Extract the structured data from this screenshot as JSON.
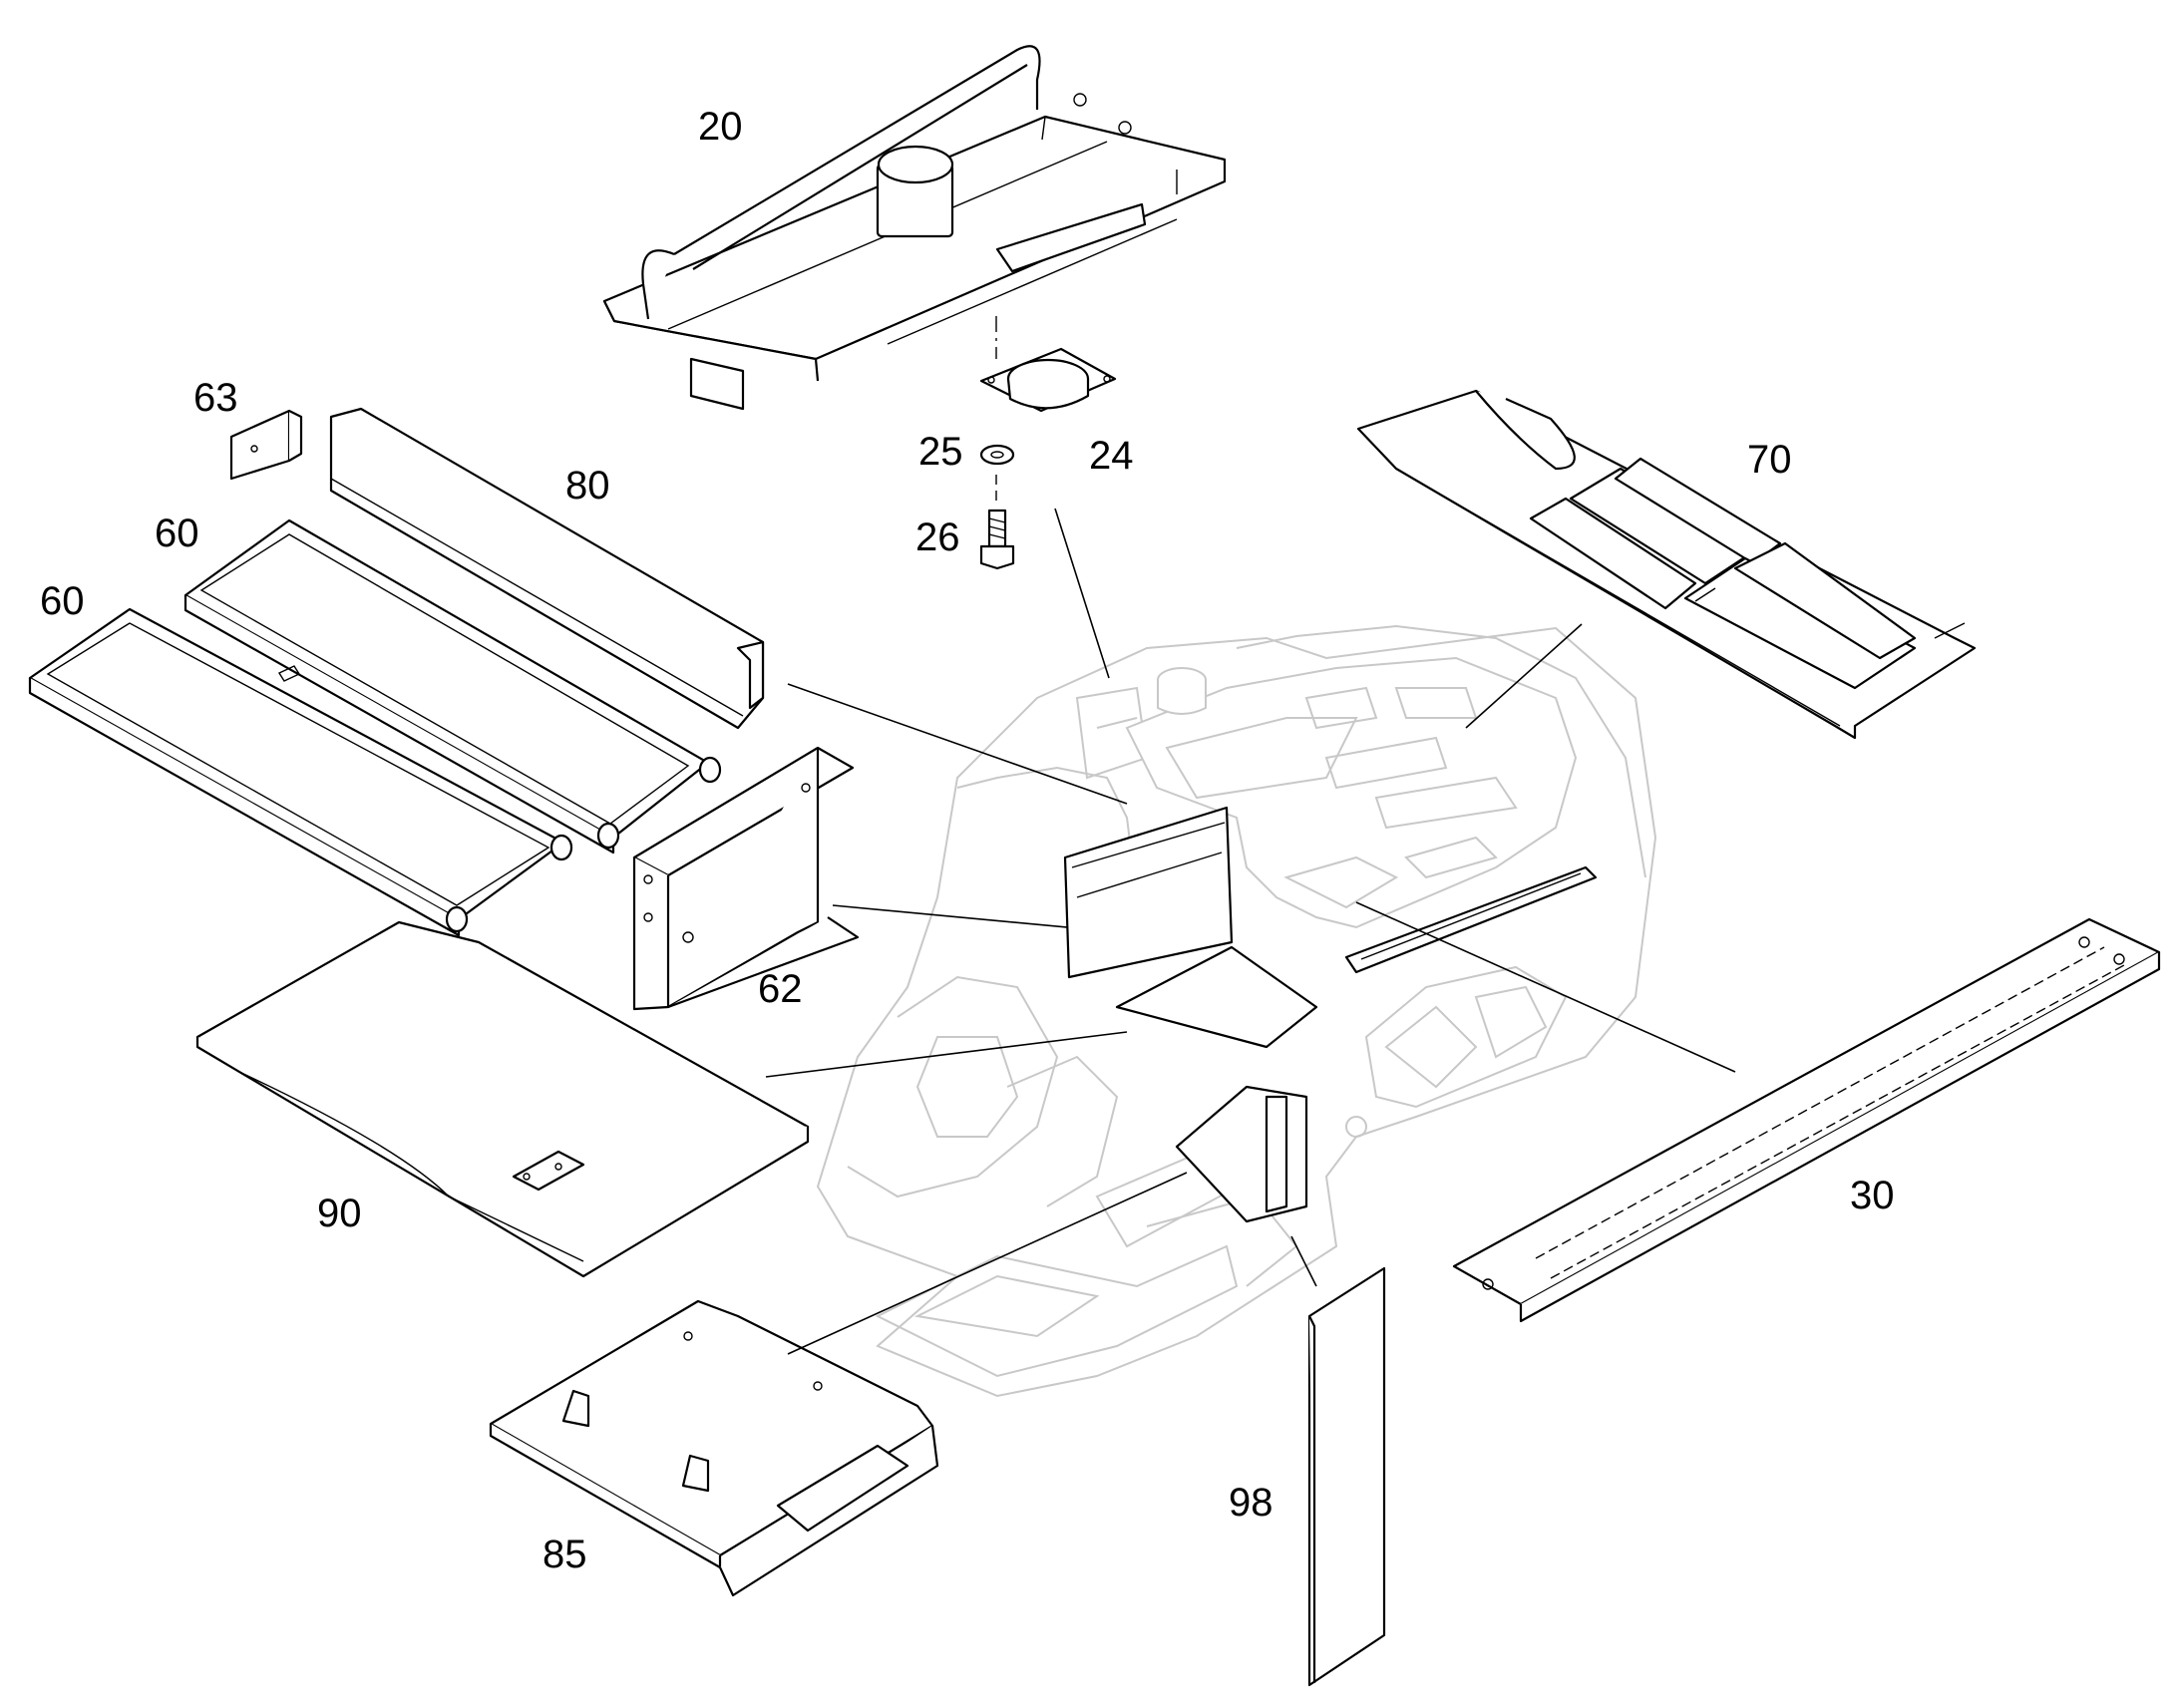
{
  "labels": {
    "p20": "20",
    "p63": "63",
    "p80": "80",
    "p25": "25",
    "p24": "24",
    "p26": "26",
    "p70": "70",
    "p60a": "60",
    "p60b": "60",
    "p62": "62",
    "p90": "90",
    "p30": "30",
    "p98": "98",
    "p85": "85"
  }
}
